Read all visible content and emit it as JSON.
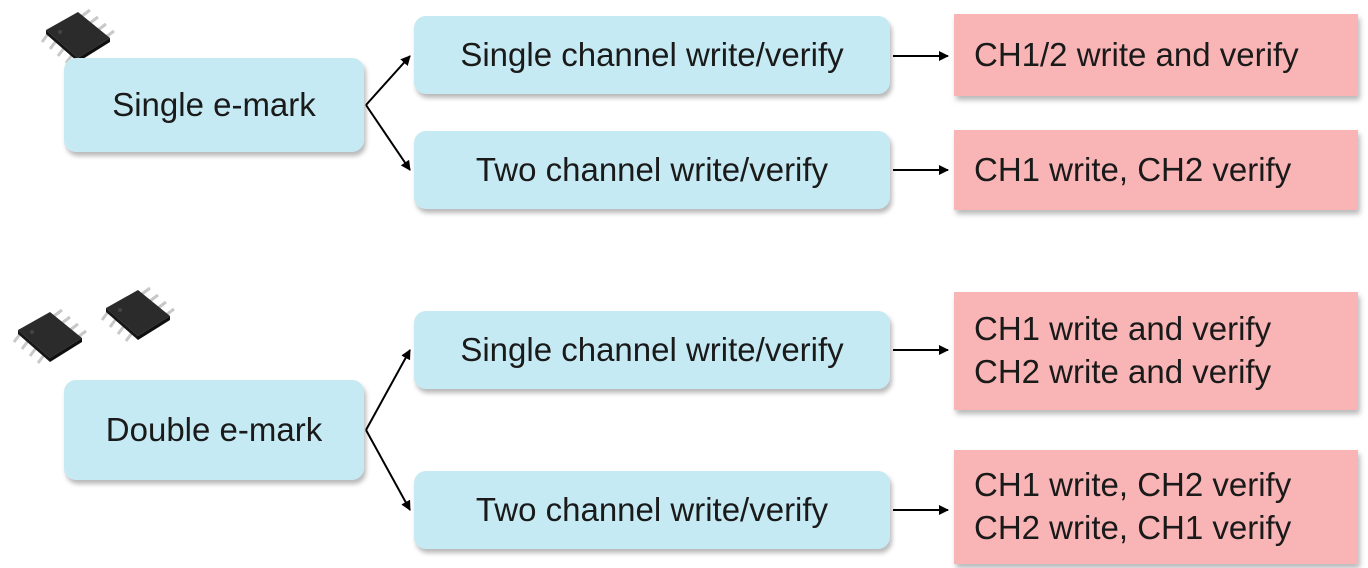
{
  "groups": [
    {
      "root": "Single e-mark",
      "branches": [
        {
          "mode": "Single channel write/verify",
          "results": [
            "CH1/2 write and verify"
          ]
        },
        {
          "mode": "Two channel write/verify",
          "results": [
            "CH1 write, CH2 verify"
          ]
        }
      ]
    },
    {
      "root": "Double e-mark",
      "branches": [
        {
          "mode": "Single channel write/verify",
          "results": [
            "CH1 write and verify",
            "CH2 write and verify"
          ]
        },
        {
          "mode": "Two channel write/verify",
          "results": [
            "CH1 write, CH2 verify",
            "CH2 write, CH1 verify"
          ]
        }
      ]
    }
  ],
  "icons": {
    "chip": "soic-chip-icon"
  },
  "colors": {
    "mode_box": "#c5eaf3",
    "result_box": "#f9b5b5",
    "chip_body": "#2b2b2b",
    "chip_pins": "#c8c8c8"
  }
}
